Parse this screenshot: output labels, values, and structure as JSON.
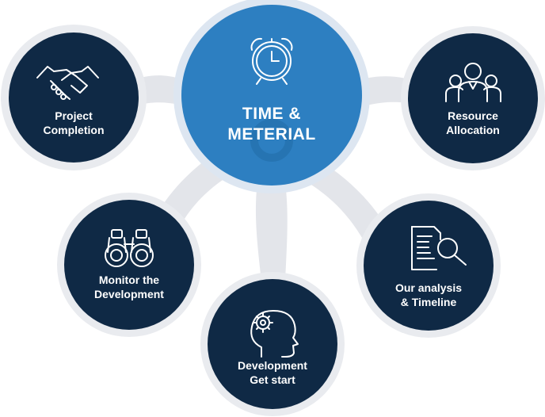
{
  "center": {
    "line1": "TIME &",
    "line2": "METERIAL",
    "icon": "alarm-clock-icon"
  },
  "nodes": [
    {
      "id": "project-completion",
      "line1": "Project",
      "line2": "Completion",
      "icon": "handshake-icon"
    },
    {
      "id": "resource-allocation",
      "line1": "Resource",
      "line2": "Allocation",
      "icon": "team-icon"
    },
    {
      "id": "monitor-development",
      "line1": "Monitor the",
      "line2": "Development",
      "icon": "binoculars-icon"
    },
    {
      "id": "our-analysis",
      "line1": "Our analysis",
      "line2": "& Timeline",
      "icon": "document-search-icon"
    },
    {
      "id": "development-get-start",
      "line1": "Development",
      "line2": "Get start",
      "icon": "gear-head-icon"
    }
  ],
  "colors": {
    "connector": "#e3e5ea",
    "ring": "#e9ebef",
    "node_fill": "#0f2945",
    "center_fill": "#2d7fc1",
    "center_ring": "#dde6f1"
  }
}
